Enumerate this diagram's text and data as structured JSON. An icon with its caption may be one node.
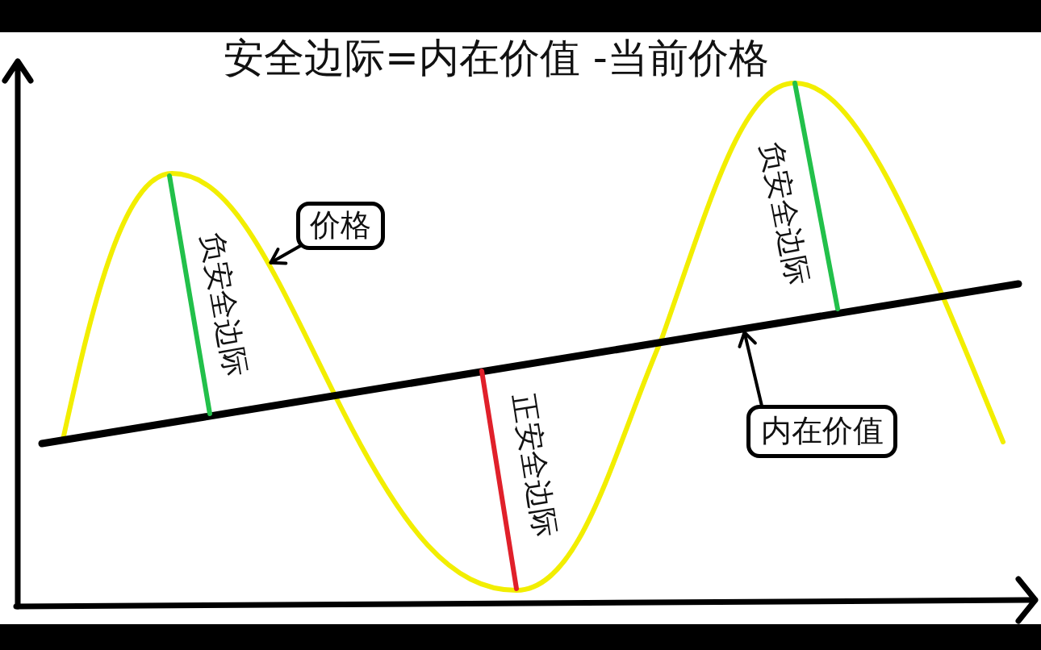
{
  "diagram": {
    "title": "安全边际=内在价值 -当前价格",
    "nodes": [
      {
        "text": [
          "价格"
        ]
      },
      {
        "text": [
          "内在价值"
        ]
      }
    ],
    "edges": [
      {
        "from": 0,
        "to": null,
        "arrow": "to"
      },
      {
        "from": 1,
        "to": null,
        "arrow": "to"
      }
    ],
    "labels": [
      "负安全边际",
      "正安全边际",
      "负安全边际"
    ]
  }
}
